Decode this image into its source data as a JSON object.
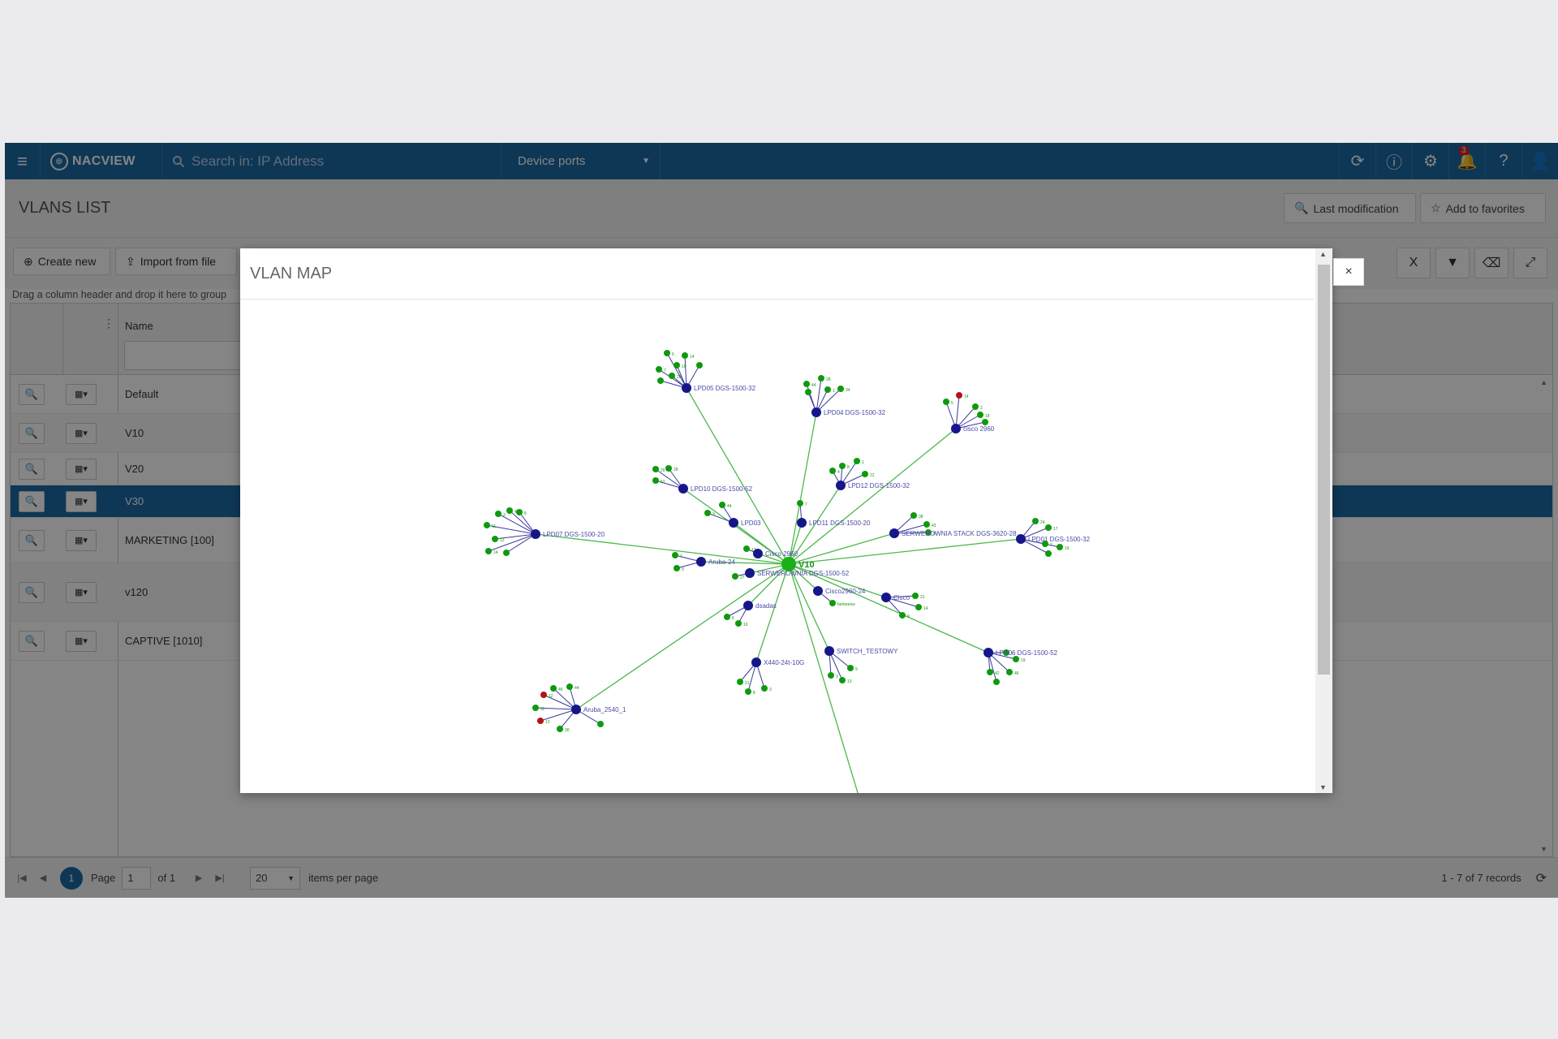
{
  "topbar": {
    "logo": "NACVIEW",
    "search_placeholder": "Search in: IP Address",
    "scope_select": "Device ports",
    "notification_count": "3"
  },
  "header": {
    "title": "VLANS LIST",
    "last_modification": "Last modification",
    "add_favorites": "Add to favorites"
  },
  "toolbar": {
    "create_new": "Create new",
    "import_file": "Import from file",
    "group_hint": "Drag a column header and drop it here to group"
  },
  "grid": {
    "column_name": "Name",
    "rows": [
      {
        "name": "Default"
      },
      {
        "name": "V10"
      },
      {
        "name": "V20"
      },
      {
        "name": "V30"
      },
      {
        "name": "MARKETING [100]"
      },
      {
        "name": "v120"
      },
      {
        "name": "CAPTIVE [1010]"
      }
    ]
  },
  "pager": {
    "current": "1",
    "page_label": "Page",
    "page_value": "1",
    "of_label": "of 1",
    "page_size": "20",
    "per_page_label": "items per page",
    "records": "1 - 7 of 7 records"
  },
  "modal": {
    "title": "VLAN MAP",
    "close": "×"
  },
  "vlan_map": {
    "center_label": "V10",
    "colors": {
      "hub": "#16168a",
      "leaf": "#0e9a0e",
      "alert": "#b21515",
      "edge": "#4cb84c",
      "spoke": "#3a3a9a",
      "label": "#4a4aa8"
    },
    "hubs": [
      {
        "label": "LPD05 DGS-1500-32",
        "leaf_labels": [
          "6",
          "10",
          "7",
          "20",
          "14"
        ]
      },
      {
        "label": "LPD04 DGS-1500-32",
        "leaf_labels": [
          "44",
          "28",
          "1",
          "34"
        ]
      },
      {
        "label": "cisco 2960",
        "leaf_labels": [
          "5",
          "14",
          "2",
          "18"
        ]
      },
      {
        "label": "LPD12 DGS-1500-32",
        "leaf_labels": [
          "8",
          "1",
          "12",
          "4"
        ]
      },
      {
        "label": "LPD10 DGS-1500-52",
        "leaf_labels": [
          "26",
          "28",
          "52"
        ]
      },
      {
        "label": "LPD07 DGS-1500-20",
        "leaf_labels": [
          "3",
          "4",
          "8",
          "11",
          "12",
          "14"
        ]
      },
      {
        "label": "LPD03",
        "leaf_labels": [
          "44",
          "3"
        ]
      },
      {
        "label": "LPD11 DGS-1500-20",
        "leaf_labels": [
          "7"
        ]
      },
      {
        "label": "SERWEROWNIA STACK DGS-3620-28",
        "leaf_labels": [
          "38",
          "43",
          "9"
        ]
      },
      {
        "label": "LPD01 DGS-1500-32",
        "leaf_labels": [
          "24",
          "17",
          "7",
          "19"
        ]
      },
      {
        "label": "Aruba-24",
        "leaf_labels": [
          "7",
          "9"
        ]
      },
      {
        "label": "Cisco 2960",
        "leaf_labels": [
          "12"
        ]
      },
      {
        "label": "SERWEROWNIA DGS-1500-52",
        "leaf_labels": [
          "27"
        ]
      },
      {
        "label": "Cisco2960-24",
        "leaf_labels": [
          "berbeeice"
        ]
      },
      {
        "label": "Cisco",
        "leaf_labels": [
          "21",
          "14",
          "9"
        ]
      },
      {
        "label": "dsadas",
        "leaf_labels": [
          "6",
          "16"
        ]
      },
      {
        "label": "SWITCH_TESTOWY",
        "leaf_labels": [
          "9",
          "3",
          "13"
        ]
      },
      {
        "label": "X440-24t-10G",
        "leaf_labels": [
          "21",
          "8",
          "3"
        ]
      },
      {
        "label": "LPD06 DGS-1500-52",
        "leaf_labels": [
          "7",
          "19",
          "46",
          "42"
        ]
      },
      {
        "label": "Aruba_2540_1",
        "leaf_labels": [
          "46",
          "44",
          "12",
          "11",
          "12",
          "30"
        ]
      }
    ]
  }
}
